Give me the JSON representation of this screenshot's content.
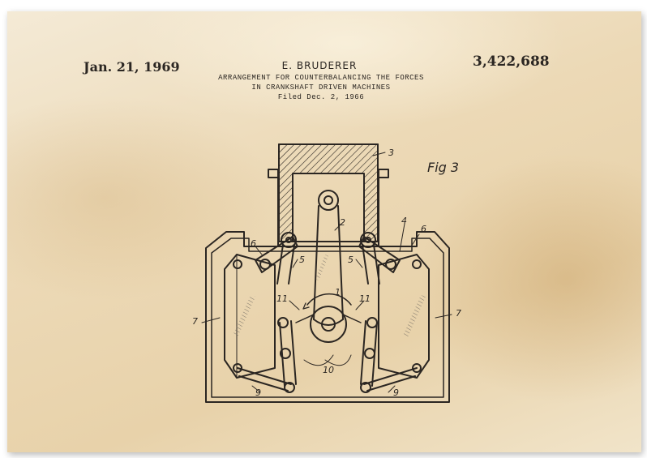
{
  "document": {
    "date": "Jan. 21, 1969",
    "inventor": "E. BRUDERER",
    "patent_number": "3,422,688",
    "title_line1": "ARRANGEMENT FOR COUNTERBALANCING THE FORCES",
    "title_line2": "IN CRANKSHAFT DRIVEN MACHINES",
    "filed": "Filed Dec. 2, 1966"
  },
  "figure": {
    "label": "Fig 3",
    "reference_numerals": [
      "1",
      "2",
      "3",
      "4",
      "5",
      "5",
      "6",
      "6",
      "7",
      "7",
      "9",
      "9",
      "10",
      "11",
      "11"
    ]
  },
  "colors": {
    "ink": "#2b2622",
    "paper": "#ecd9b6"
  }
}
